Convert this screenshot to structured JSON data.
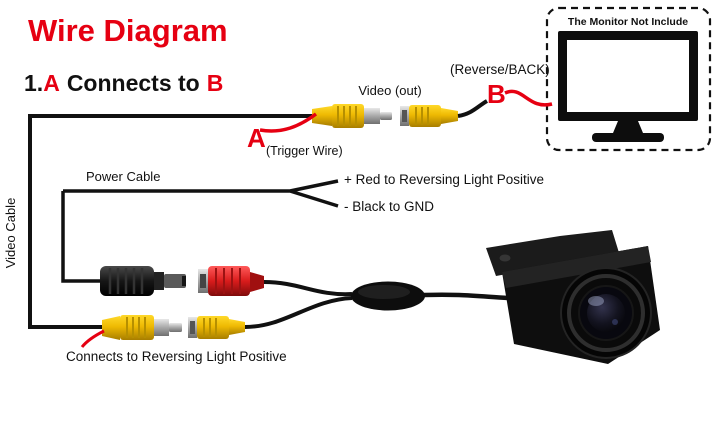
{
  "title": "Wire Diagram",
  "heading": {
    "number": "1.",
    "a": "A",
    "connects": "Connects to",
    "b": "B"
  },
  "monitor": {
    "note": "The Monitor Not Include"
  },
  "labels": {
    "reverse_back": "(Reverse/BACK)",
    "b_marker": "B",
    "video_out": "Video (out)",
    "a_marker": "A",
    "trigger_wire": "(Trigger Wire)",
    "video_cable": "Video Cable",
    "power_cable": "Power Cable",
    "red_positive": "+ Red to Reversing Light Positive",
    "black_gnd": "- Black to GND",
    "reversing_light": "Connects to Reversing Light Positive"
  },
  "colors": {
    "accent_red": "#e60012",
    "connector_yellow": "#eeb902",
    "connector_red": "#d91c1c",
    "wire_black": "#111111",
    "background": "#ffffff"
  }
}
